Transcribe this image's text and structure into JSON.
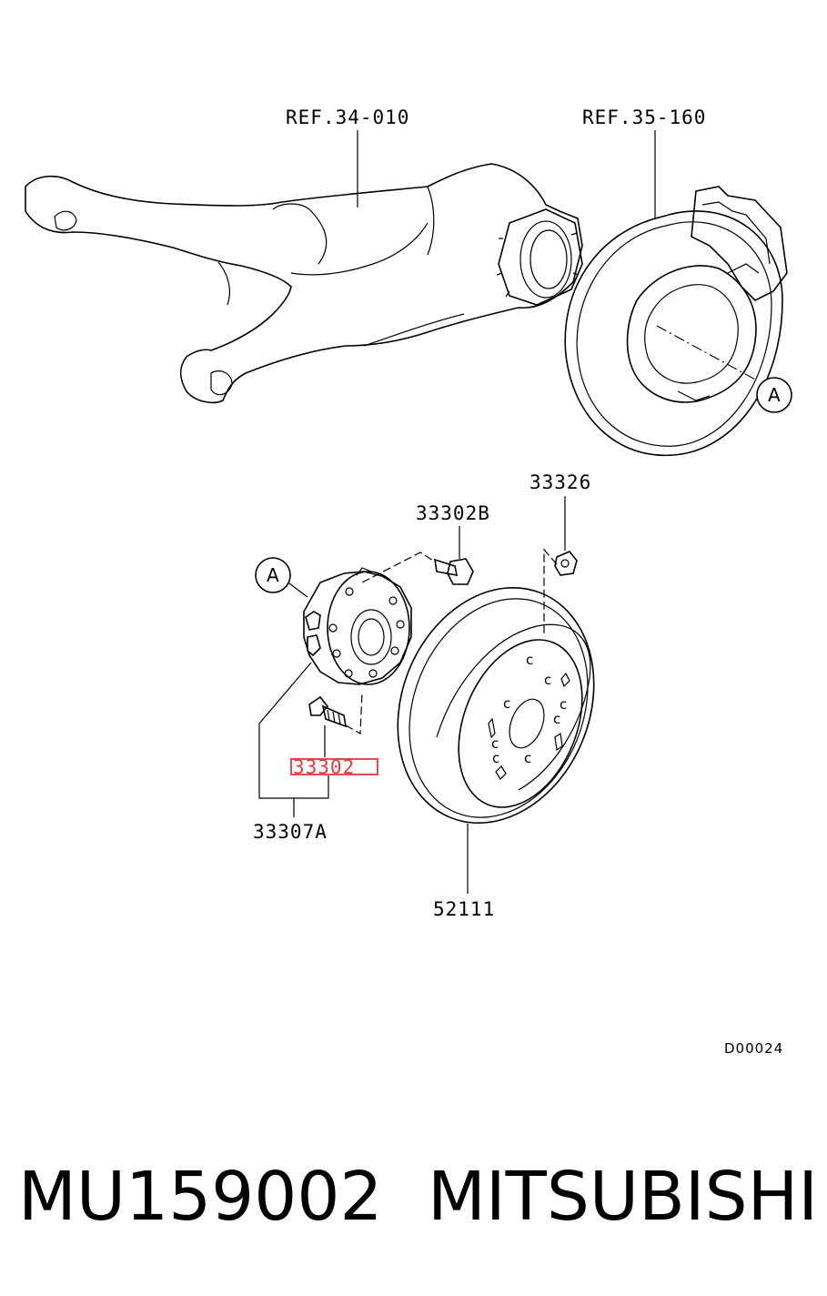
{
  "labels": {
    "ref_arm": "REF.34-010",
    "ref_brake": "REF.35-160",
    "circle_a_brake": "A",
    "circle_a_hub": "A",
    "bolt_b": "33302B",
    "nut": "33326",
    "stud_highlighted": "33302",
    "hub_assembly": "33307A",
    "rotor": "52111",
    "drawing_code": "D00024"
  },
  "caption": {
    "part_number": "MU159002",
    "brand": "MITSUBISHI"
  },
  "colors": {
    "highlight": "#e23b3b",
    "line": "#000000",
    "background": "#ffffff"
  }
}
